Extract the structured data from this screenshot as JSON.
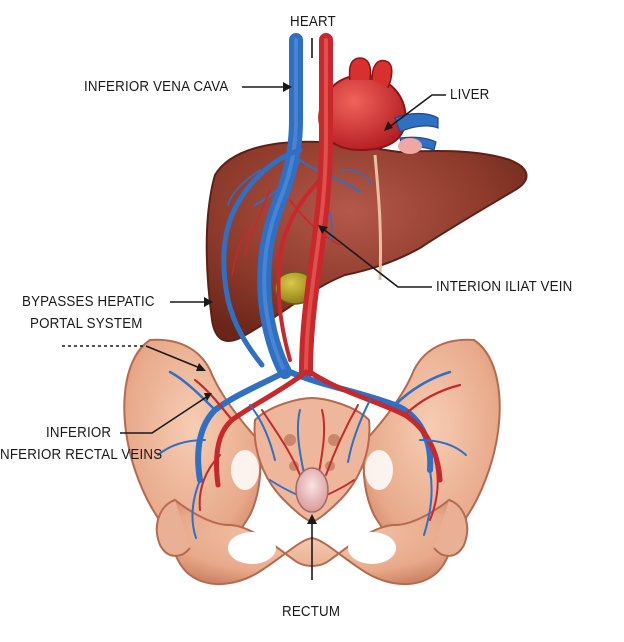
{
  "labels": {
    "heart": "HEART",
    "inferior_vena_cava": "INFERIOR VENA CAVA",
    "liver": "LIVER",
    "interion_iliat_vein": "INTERION ILIAT VEIN",
    "bypasses_line1": "BYPASSES HEPATIC",
    "bypasses_line2": "PORTAL SYSTEM",
    "inferior": "INFERIOR",
    "inferior_rectal_veins": "NFERIOR RECTAL VEINS",
    "rectum": "RECTUM"
  },
  "colors": {
    "vein": "#2f6fc4",
    "artery": "#c8282b",
    "liver": "#8e3b2c",
    "gallbladder": "#b6a02a",
    "pelvis": "#e8a98a",
    "heart": "#cc2c2e"
  }
}
